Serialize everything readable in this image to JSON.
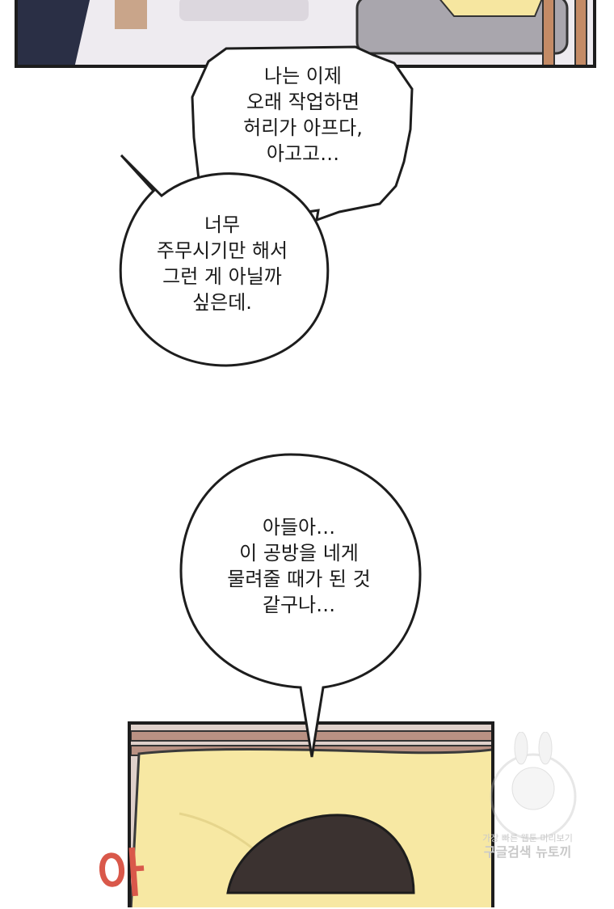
{
  "panels": {
    "top": {
      "description_free": true
    },
    "bottom": {
      "description_free": true
    }
  },
  "bubbles": [
    {
      "text": "나는 이제\n오래 작업하면\n허리가 아프다,\n아고고…"
    },
    {
      "text": "너무\n주무시기만 해서\n그런 게 아닐까\n싶은데."
    },
    {
      "text": "아들아…\n이 공방을 네게\n물려줄 때가 된 것\n같구나…"
    }
  ],
  "sfx": {
    "text": "아"
  },
  "watermark": {
    "line1": "가장 빠른 웹툰 미리보기",
    "line2": "구글검색 뉴토끼"
  },
  "colors": {
    "ink": "#1d1d1d",
    "pillow": "#f6e6a0",
    "hair": "#3b3230",
    "sfx": "#d9584a"
  }
}
